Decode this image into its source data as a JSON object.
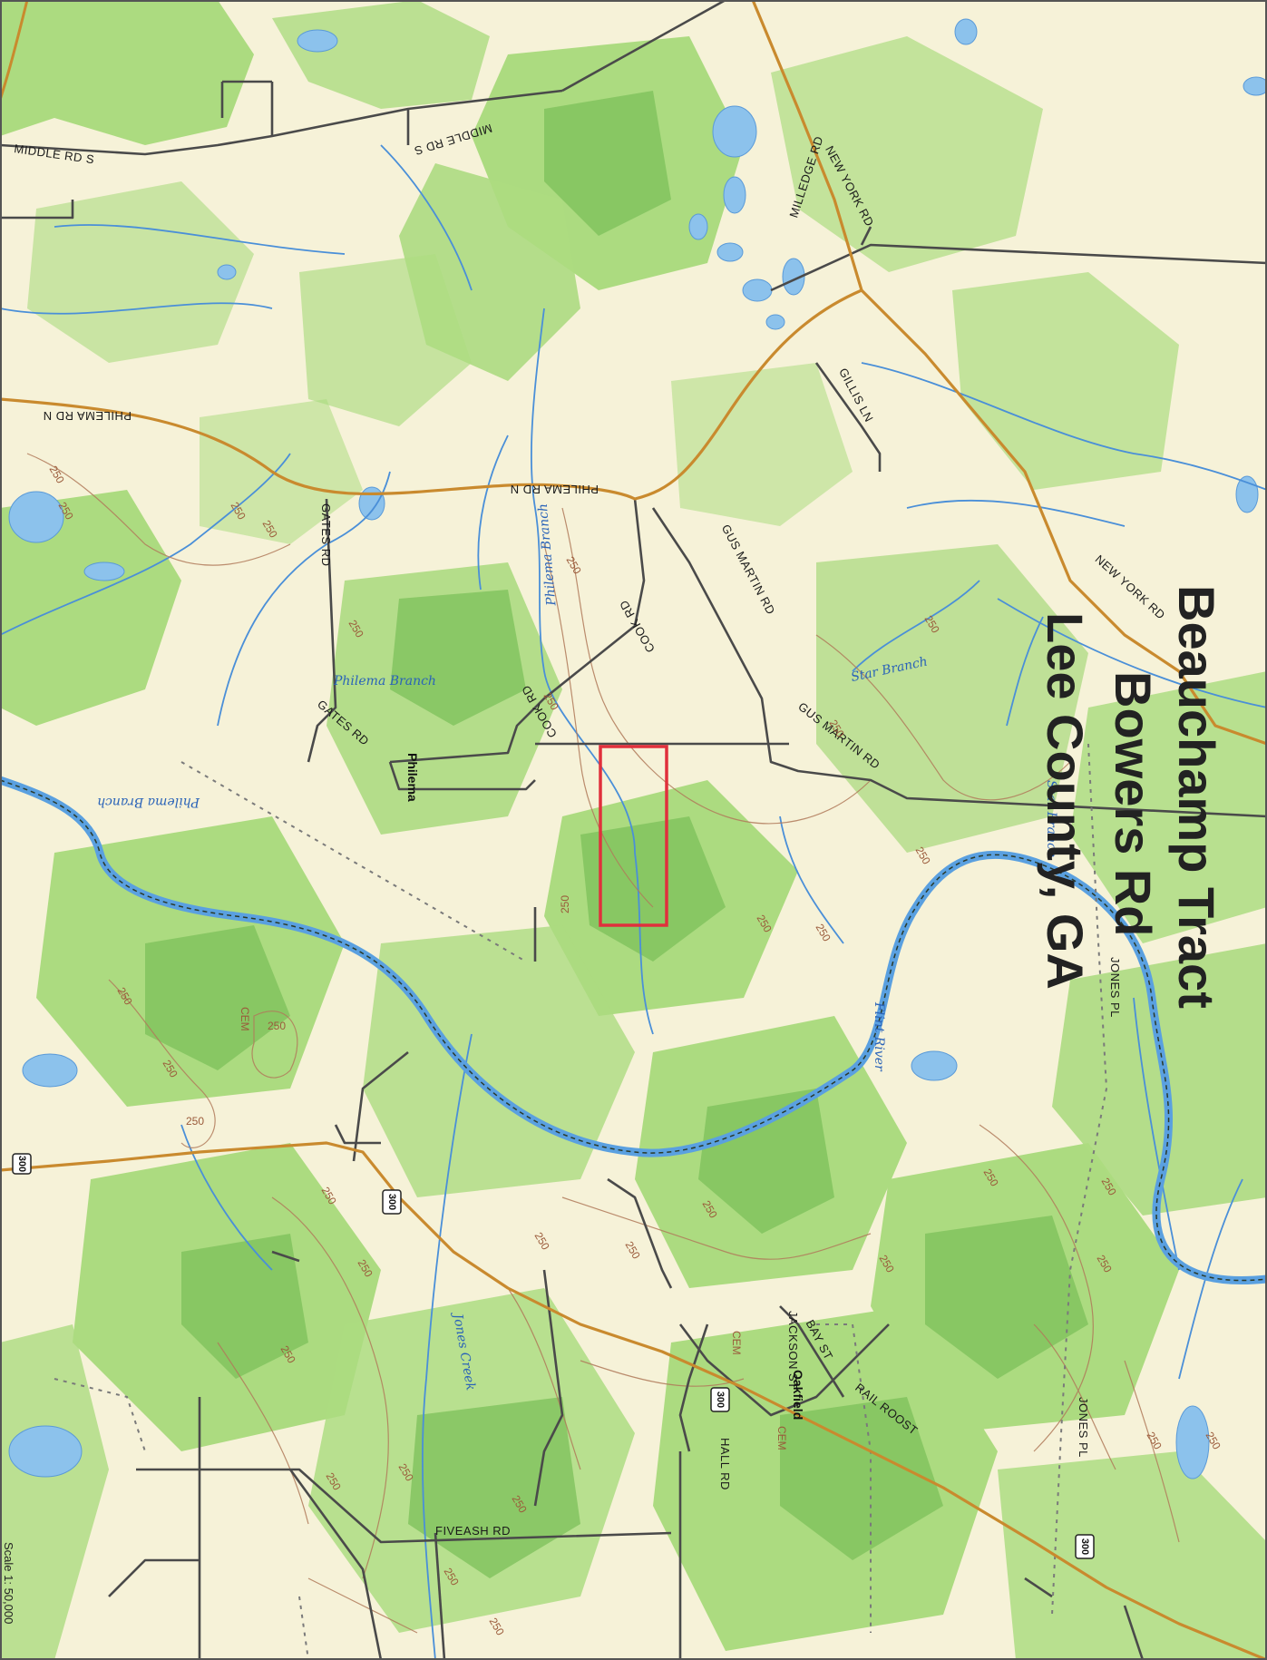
{
  "title": {
    "line1": "Beauchamp Tract",
    "line2": "Bowers Rd",
    "line3": "Lee County, GA"
  },
  "roads": {
    "middle_rd_s_1": "MIDDLE RD S",
    "middle_rd_s_2": "MIDDLE RD S",
    "philema_rd_n_1": "PHILEMA RD N",
    "philema_rd_n_2": "PHILEMA RD N",
    "milledge_rd": "MILLEDGE RD",
    "new_york_rd_1": "NEW YORK RD",
    "new_york_rd_2": "NEW YORK RD",
    "gillis_ln": "GILLIS LN",
    "gates_rd_1": "GATES RD",
    "gates_rd_2": "GATES RD",
    "gus_martin_rd_1": "GUS MARTIN RD",
    "gus_martin_rd_2": "GUS MARTIN RD",
    "cook_rd_1": "COOK RD",
    "cook_rd_2": "COOK RD",
    "fiveash_rd": "FIVEASH RD",
    "hall_rd": "HALL RD",
    "jackson_st": "JACKSON ST",
    "bay_st": "BAY ST",
    "rail_roost": "RAIL ROOST",
    "jones_pl_1": "JONES PL",
    "jones_pl_2": "JONES PL"
  },
  "water": {
    "philema_branch_1": "Philema Branch",
    "philema_branch_2": "Philema Branch",
    "philema_branch_3": "Philema Branch",
    "star_branch_1": "Star Branch",
    "star_branch_2": "Star Branch",
    "flint_river": "Flint River",
    "jones_creek": "Jones Creek"
  },
  "places": {
    "philema": "Philema",
    "oakfield": "Oakfield",
    "cem_1": "CEM",
    "cem_2": "CEM",
    "cem_3": "CEM"
  },
  "highway": {
    "number": "300"
  },
  "contour_value": "250",
  "scale": {
    "text": "Scale 1: 50,000"
  },
  "colors": {
    "base": "#f6f2d8",
    "woodland": "#a8da7c",
    "woodland_dark": "#7cc05a",
    "water": "#8cc2ec",
    "stream": "#4a8fd8",
    "road": "#4a4a4a",
    "major_road": "#c98a2e",
    "contour": "#b07a5a",
    "parcel": "#e0303c"
  }
}
